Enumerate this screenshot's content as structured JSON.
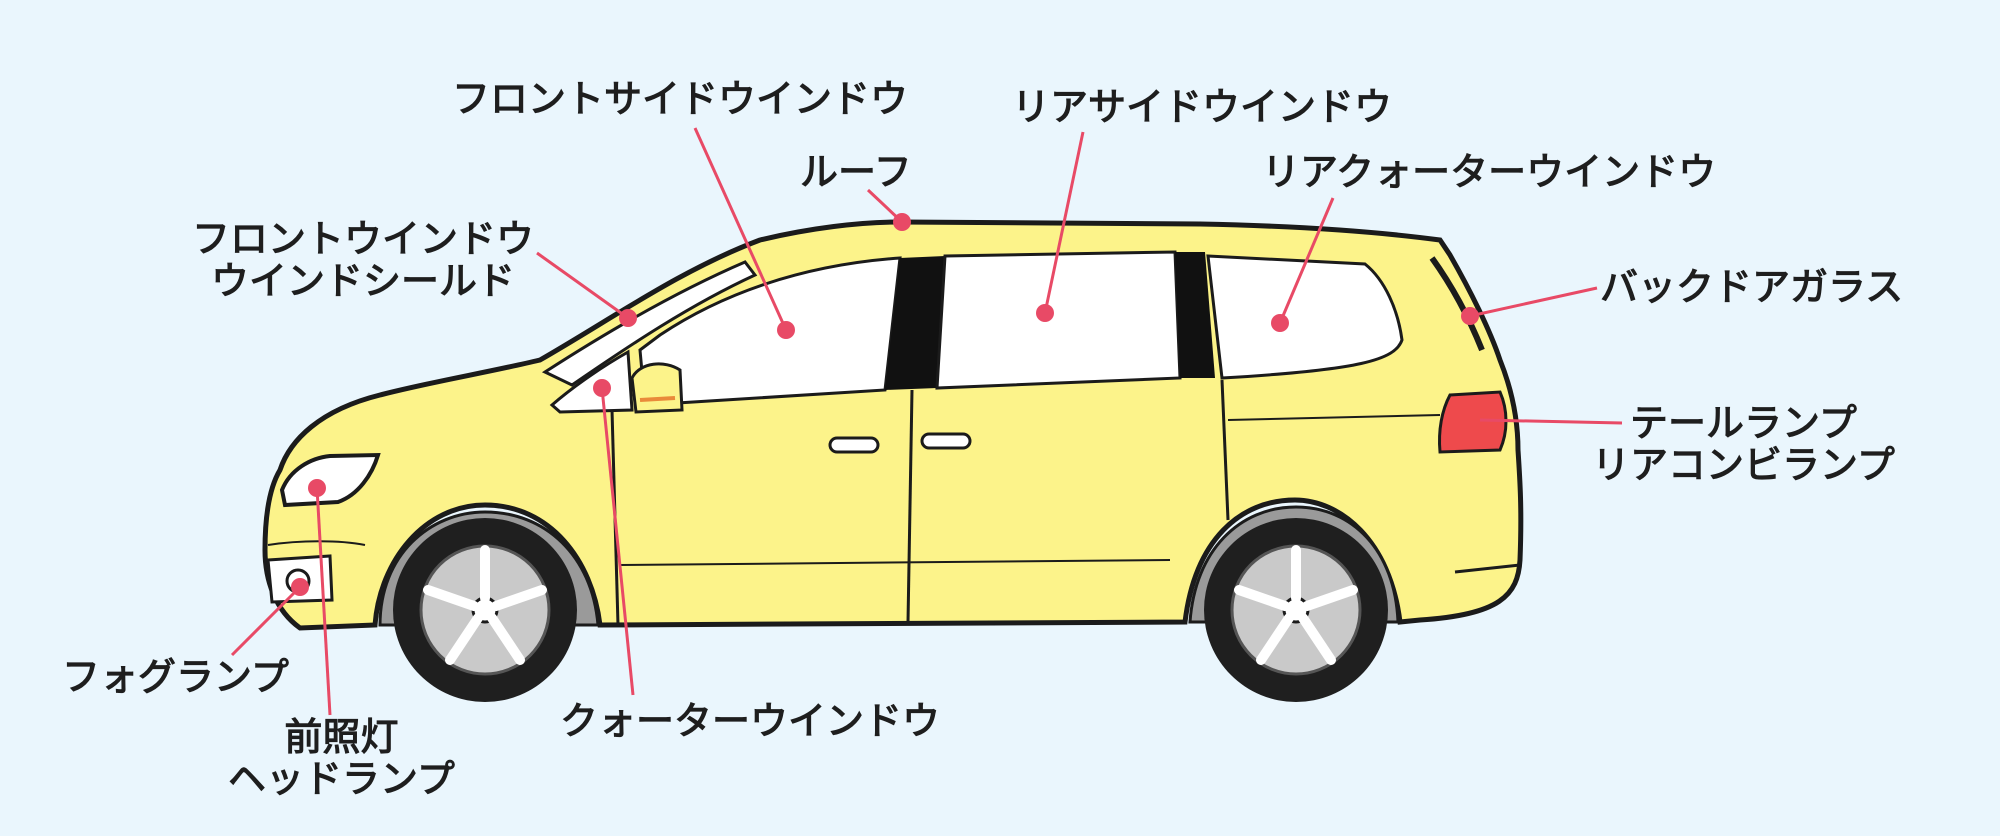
{
  "colors": {
    "background": "#eaf6fd",
    "body": "#fcf38a",
    "outline": "#1b1b1b",
    "glass": "#ffffff",
    "pillar": "#111111",
    "leader": "#e84a66",
    "tail_lamp": "#ee4a4c",
    "tire": "#1f1f1f",
    "rim": "#c9c9c9",
    "wheel_arch": "#9a9a9a"
  },
  "labels": {
    "front_side_window": "フロントサイドウインドウ",
    "rear_side_window": "リアサイドウインドウ",
    "roof": "ルーフ",
    "rear_quarter_window": "リアクォーターウインドウ",
    "front_window": "フロントウインドウ",
    "windshield": "ウインドシールド",
    "back_door_glass": "バックドアガラス",
    "tail_lamp": "テールランプ",
    "rear_combination_lamp": "リアコンビランプ",
    "fog_lamp": "フォグランプ",
    "headlight_kanji": "前照灯",
    "headlamp": "ヘッドランプ",
    "quarter_window": "クォーターウインドウ"
  }
}
